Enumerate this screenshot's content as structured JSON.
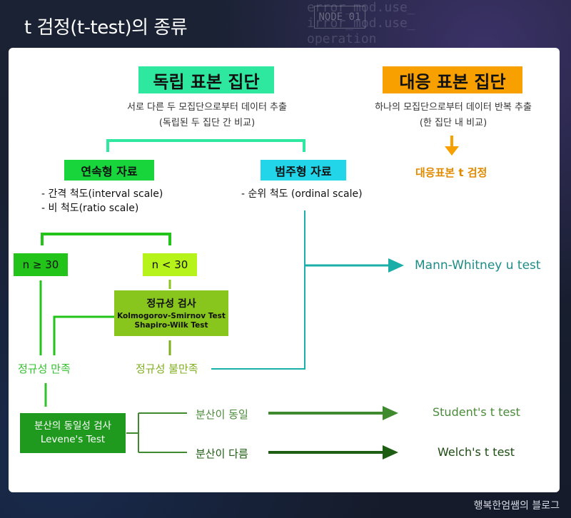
{
  "title": "t 검정(t-test)의 종류",
  "background": {
    "code_text": "error_mod.use_\nirror_mod.use_\noperation",
    "node_text": "NODE 01"
  },
  "independent": {
    "header": "독립 표본 집단",
    "desc1": "서로 다른 두 모집단으로부터 데이터 추출",
    "desc2": "(독립된 두 집단 간 비교)"
  },
  "paired": {
    "header": "대응 표본 집단",
    "desc1": "하나의 모집단으로부터 데이터 반복 추출",
    "desc2": "(한 집단 내 비교)",
    "test": "대응표본 t 검정"
  },
  "continuous": {
    "tag": "연속형 자료",
    "items": [
      "- 간격 척도(interval scale)",
      "- 비 척도(ratio scale)"
    ]
  },
  "categorical": {
    "tag": "범주형 자료",
    "items": [
      "- 순위 척도 (ordinal scale)"
    ]
  },
  "sample_size": {
    "large": "n ≥ 30",
    "small": "n < 30"
  },
  "normality_test": {
    "title": "정규성 검사",
    "line1": "Kolmogorov-Smirnov Test",
    "line2": "Shapiro-Wilk Test"
  },
  "normality_ok": "정규성 만족",
  "normality_fail": "정규성 불만족",
  "mann_whitney": "Mann-Whitney u test",
  "variance_test": {
    "title": "분산의 동일성 검사",
    "line": "Levene's Test"
  },
  "equal_var": {
    "label": "분산이 동일",
    "test": "Student's t test"
  },
  "unequal_var": {
    "label": "분산이 다름",
    "test": "Welch's t test"
  },
  "watermark": "행복한엄쌤의 블로그",
  "colors": {
    "independent": "#2ee8a0",
    "paired": "#f7a000",
    "continuous": "#18d53c",
    "categorical": "#22d5e8",
    "n_large": "#22c41a",
    "n_small": "#b6f31b",
    "normality": "#88c61e",
    "variance": "#1f9a1e",
    "teal_line": "#1aaea8",
    "equal_arrow": "#3f8a2e",
    "unequal_arrow": "#1d5e12"
  }
}
